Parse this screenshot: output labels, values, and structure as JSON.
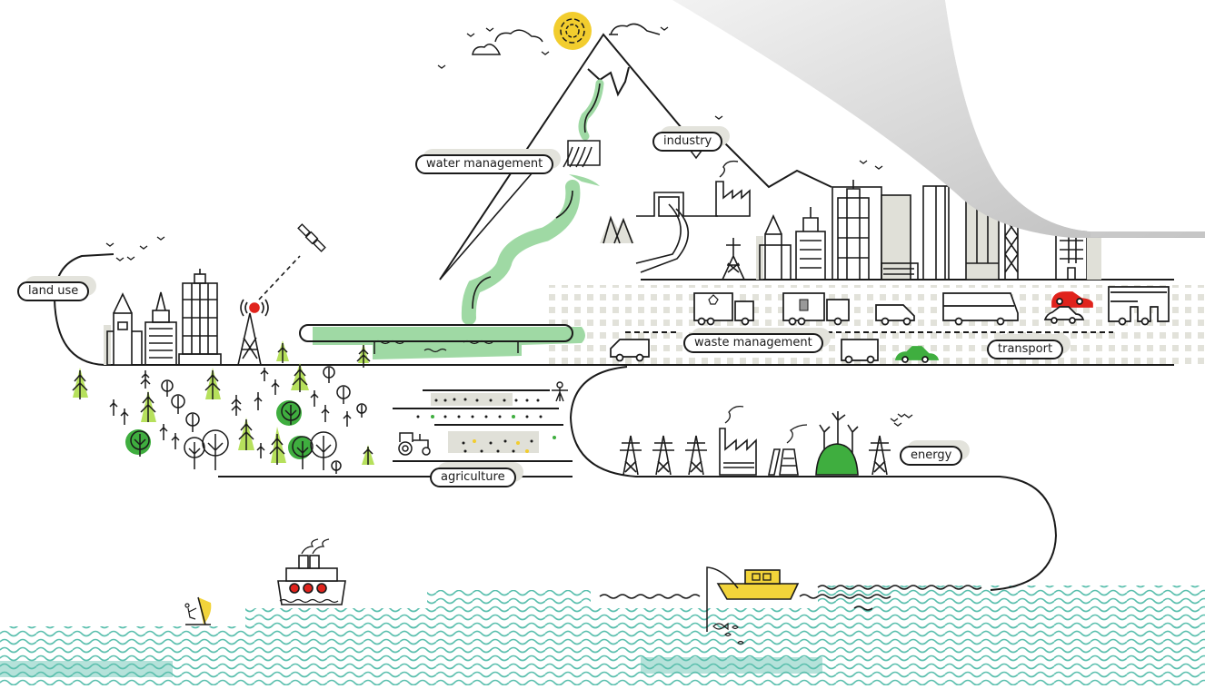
{
  "scene": {
    "title": "Sectors illustration",
    "colors": {
      "line": "#1a1a1a",
      "green_light": "#9fd9a4",
      "green_tree": "#b6e05c",
      "green_dark": "#3fae3f",
      "sun": "#f2cd2e",
      "red": "#e0231c",
      "yellow_boat": "#f2d43a",
      "sea": "#5bbfae",
      "grey_shade": "#e0e0d8",
      "page_curl": "#d9d9d9"
    }
  },
  "labels": {
    "land_use": "land use",
    "water_management": "water management",
    "industry": "industry",
    "waste_management": "waste management",
    "transport": "transport",
    "agriculture": "agriculture",
    "energy": "energy"
  },
  "icons": [
    "sun-icon",
    "cloud-icon",
    "bird-icon",
    "mountain-icon",
    "dam-icon",
    "river-icon",
    "satellite-icon",
    "radio-tower-icon",
    "building-icon",
    "skyscraper-icon",
    "factory-icon",
    "tunnel-icon",
    "railway-icon",
    "power-pylon-icon",
    "recycling-truck-icon",
    "garbage-truck-icon",
    "van-icon",
    "bus-icon",
    "car-icon",
    "tram-icon",
    "tree-icon",
    "tractor-icon",
    "scarecrow-icon",
    "crop-field-icon",
    "cooling-tower-icon",
    "wind-turbine-icon",
    "biogas-dome-icon",
    "cruise-ship-icon",
    "windsurfer-icon",
    "fishing-boat-icon",
    "fish-icon",
    "wave-icon",
    "page-curl"
  ]
}
